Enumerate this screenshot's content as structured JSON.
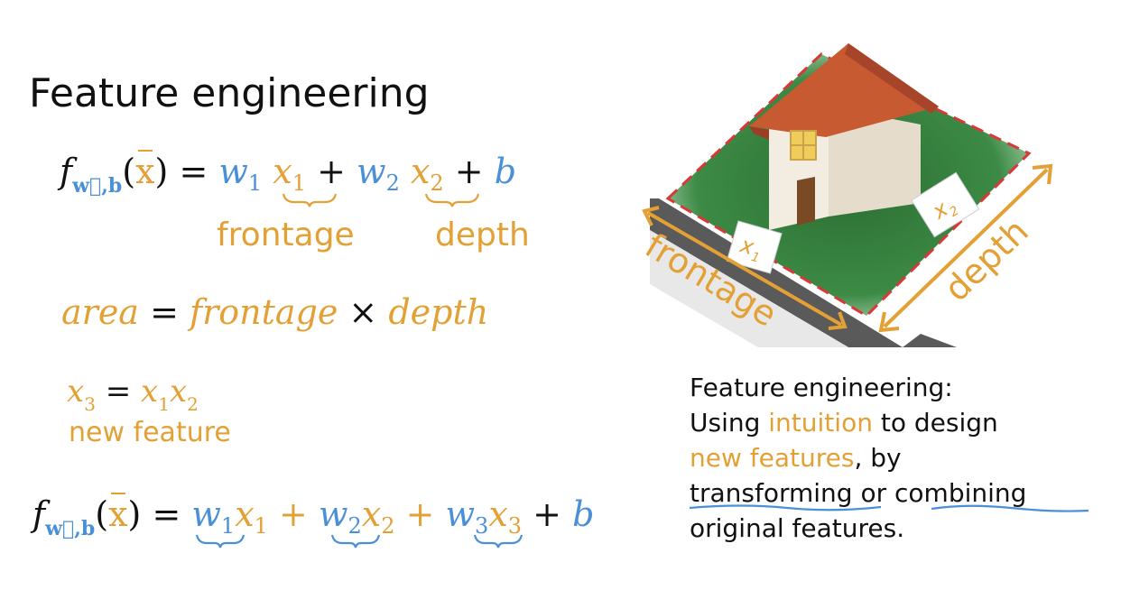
{
  "title": "Feature engineering",
  "eq1": {
    "f": "f",
    "f_sub": "w⃗,b",
    "x_vec": "x",
    "equals": "=",
    "w1": "w",
    "one": "1",
    "x1": "x",
    "plus": "+",
    "w2": "w",
    "two": "2",
    "x2": "x",
    "b": "b"
  },
  "labels": {
    "frontage": "frontage",
    "depth": "depth"
  },
  "area_eq": {
    "area": "area",
    "equals": "=",
    "frontage": "frontage",
    "times": "×",
    "depth": "depth"
  },
  "x3_eq": {
    "text": "x3 = x1x2",
    "x3": "x",
    "three": "3",
    "equals": "=",
    "x1": "x",
    "one": "1",
    "x2": "x",
    "two": "2",
    "caption": "new feature"
  },
  "eq2": {
    "f": "f",
    "x_vec": "x",
    "equals": "=",
    "w": "w",
    "x": "x",
    "plus": "+",
    "one": "1",
    "two": "2",
    "three": "3",
    "b": "b"
  },
  "illustration": {
    "frontage_label": "frontage",
    "depth_label": "depth",
    "sign_x1": "x1",
    "sign_x2": "x2"
  },
  "note": {
    "line1": "Feature engineering:",
    "line2_a": "Using ",
    "line2_hl": "intuition",
    "line2_b": " to design",
    "line3_hl": "new features",
    "line3_b": ", by",
    "line4_a": "transforming",
    "line4_b": " or ",
    "line4_c": "combining",
    "line5": "original features."
  },
  "colors": {
    "blue": "#4a90d9",
    "orange": "#e3a035",
    "roof": "#c85a32",
    "grass": "#2f7a3a",
    "dash": "#d93838"
  }
}
